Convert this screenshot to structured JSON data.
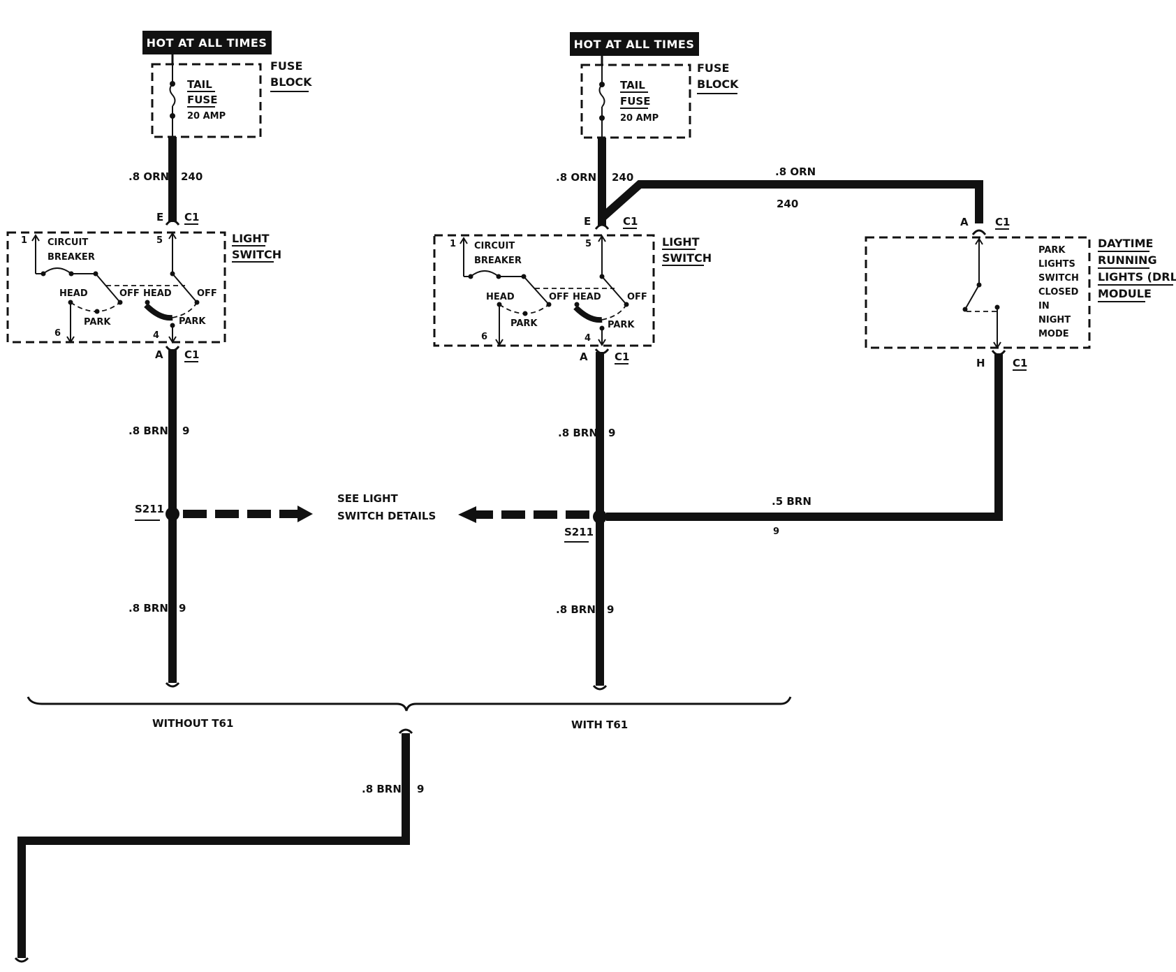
{
  "hot_label": "HOT AT ALL TIMES",
  "fuse_block": {
    "line1": "FUSE",
    "line2": "BLOCK"
  },
  "tail_fuse": {
    "line1": "TAIL",
    "line2": "FUSE",
    "rating": "20 AMP"
  },
  "wire_orn": ".8 ORN",
  "wire_orn_circuit": "240",
  "wire_brn": ".8 BRN",
  "wire_brn_circuit": "9",
  "wire_brn_small": ".5 BRN",
  "connector": "C1",
  "pins": {
    "e": "E",
    "a": "A",
    "h": "H",
    "p1": "1",
    "p5": "5",
    "p6": "6",
    "p4": "4"
  },
  "light_switch": {
    "line1": "LIGHT",
    "line2": "SWITCH"
  },
  "switch_terms": {
    "circuit": "CIRCUIT",
    "breaker": "BREAKER",
    "head": "HEAD",
    "off": "OFF",
    "park": "PARK"
  },
  "splice": "S211",
  "see_details": {
    "line1": "SEE LIGHT",
    "line2": "SWITCH DETAILS"
  },
  "drl_module": {
    "line1": "DAYTIME",
    "line2": "RUNNING",
    "line3": "LIGHTS (DRL)",
    "line4": "MODULE"
  },
  "drl_switch_text": [
    "PARK",
    "LIGHTS",
    "SWITCH",
    "CLOSED",
    "IN",
    "NIGHT",
    "MODE"
  ],
  "variants": {
    "without": "WITHOUT T61",
    "with": "WITH T61"
  }
}
